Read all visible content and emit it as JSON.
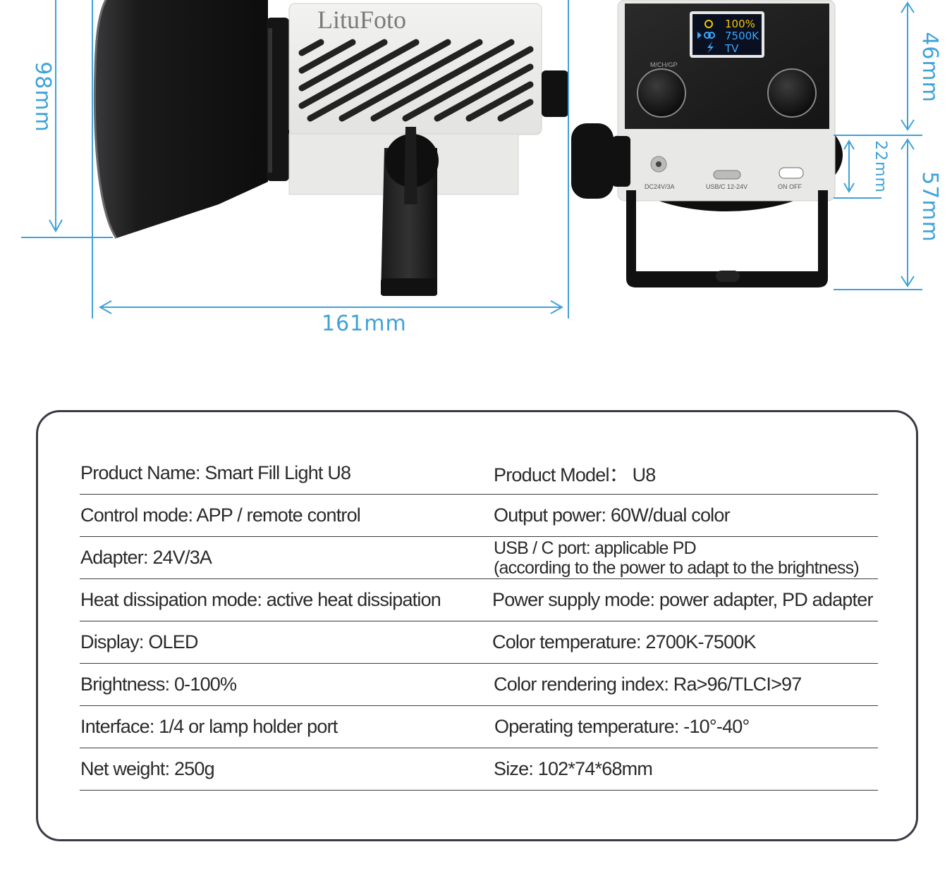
{
  "brand": "LituFoto",
  "dimensions": {
    "height_side": "98mm",
    "width_side": "161mm",
    "top_back": "46mm",
    "port_band": "22mm",
    "bottom_back": "57mm"
  },
  "oled_display": {
    "brightness": "100%",
    "color_temp": "7500K",
    "mode": "TV"
  },
  "panel_labels": {
    "knob_label": "M/CH/GP",
    "dc_port": "DC24V/3A",
    "usbc_port": "USB/C 12-24V",
    "switch": "ON  OFF"
  },
  "specs": [
    {
      "left": "Product Name: Smart Fill Light U8",
      "right": "Product Model： U8"
    },
    {
      "left": "Control mode: APP / remote control",
      "right": "Output power: 60W/dual color"
    },
    {
      "left": "Adapter: 24V/3A",
      "right": "USB / C port: applicable PD",
      "right2": "(according to the power to adapt to the brightness)"
    },
    {
      "left": "Heat dissipation mode: active heat dissipation",
      "right": "Power supply mode: power adapter, PD adapter"
    },
    {
      "left": "Display: OLED",
      "right": "Color temperature: 2700K-7500K"
    },
    {
      "left": "Brightness: 0-100%",
      "right": "Color rendering index: Ra>96/TLCI>97"
    },
    {
      "left": "Interface: 1/4 or lamp holder port",
      "right": "Operating temperature: -10°-40°"
    },
    {
      "left": "Net weight: 250g",
      "right": "Size: 102*74*68mm"
    }
  ]
}
